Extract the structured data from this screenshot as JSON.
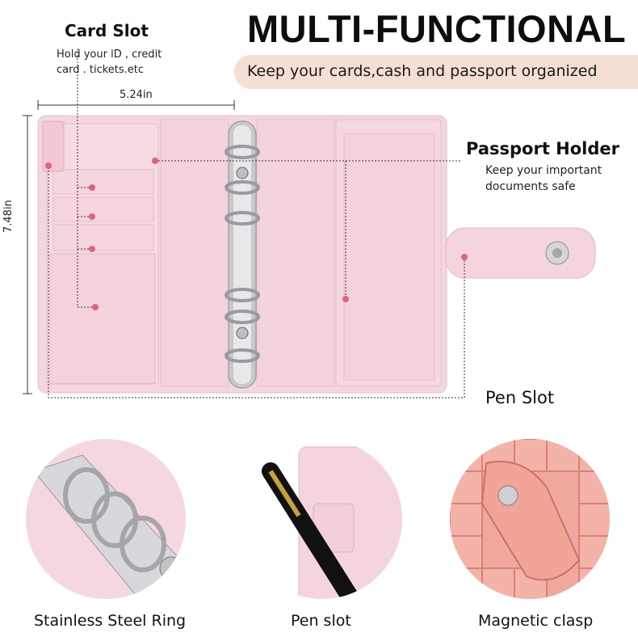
{
  "header": {
    "title": "MULTI-FUNCTIONAL",
    "subtitle": "Keep your cards,cash and passport organized"
  },
  "card_slot": {
    "title": "Card Slot",
    "description_line1": "Hold your lD , credit",
    "description_line2": "card . tickets.etc"
  },
  "dimensions": {
    "width": "5.24in",
    "height": "7.48in"
  },
  "passport_holder": {
    "title": "Passport Holder",
    "description_line1": "Keep your important",
    "description_line2": "documents safe"
  },
  "pen_slot": {
    "label": "Pen Slot"
  },
  "features": [
    {
      "caption": "Stainless Steel Ring"
    },
    {
      "caption": "Pen slot"
    },
    {
      "caption": "Magnetic clasp"
    }
  ],
  "colors": {
    "binder_pink": "#f4d6df",
    "banner_beige": "#f5ded3",
    "marker_pink": "#e2607f"
  }
}
